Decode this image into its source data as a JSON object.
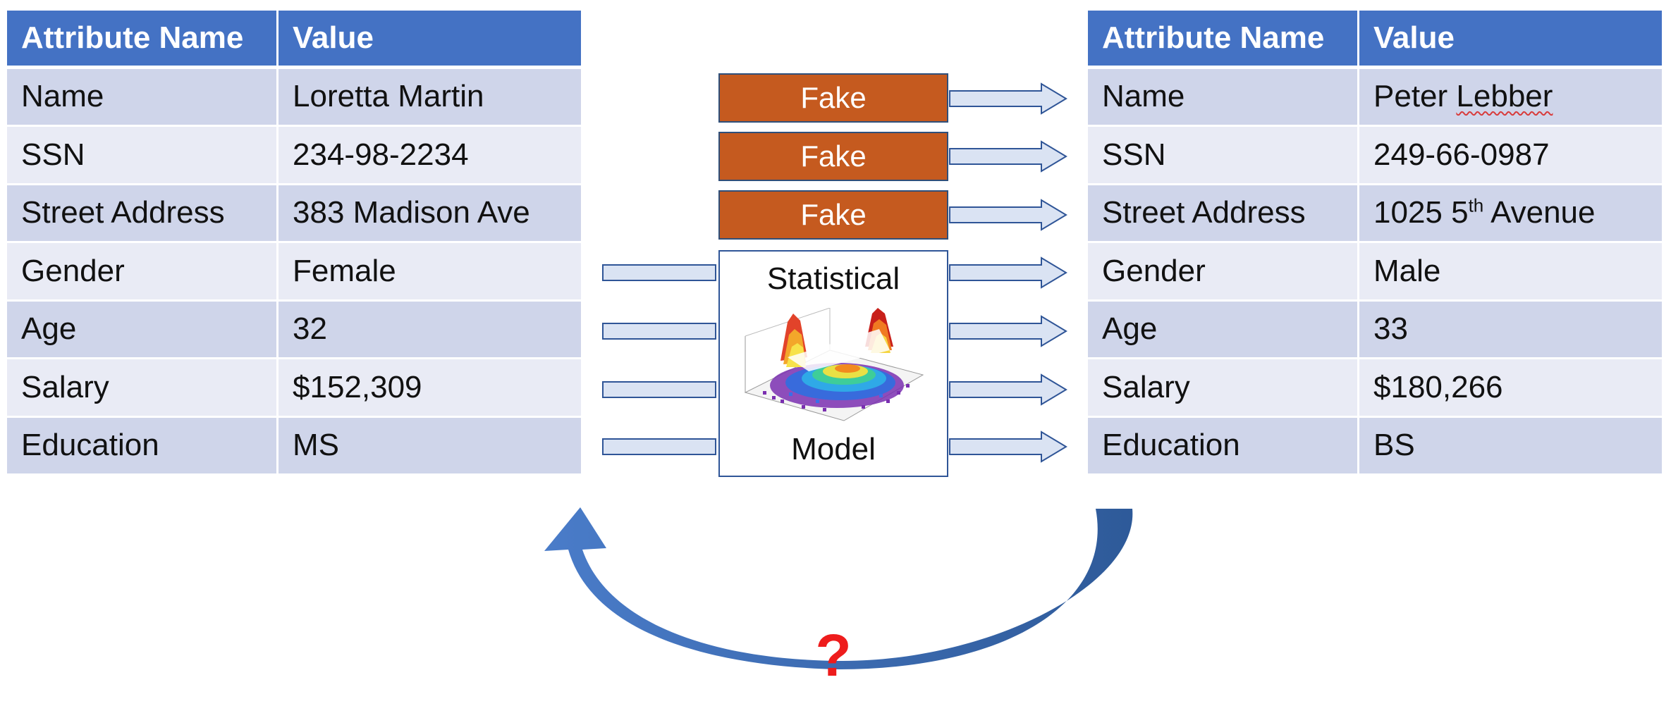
{
  "left_table": {
    "headers": [
      "Attribute Name",
      "Value"
    ],
    "rows": [
      {
        "attr": "Name",
        "value": "Loretta Martin"
      },
      {
        "attr": "SSN",
        "value": "234-98-2234"
      },
      {
        "attr": "Street Address",
        "value": "383 Madison Ave"
      },
      {
        "attr": "Gender",
        "value": "Female"
      },
      {
        "attr": "Age",
        "value": "32"
      },
      {
        "attr": "Salary",
        "value": "$152,309"
      },
      {
        "attr": "Education",
        "value": "MS"
      }
    ]
  },
  "right_table": {
    "headers": [
      "Attribute Name",
      "Value"
    ],
    "rows": [
      {
        "attr": "Name",
        "value": "Peter Lebber",
        "value_first": "Peter",
        "value_misspelled": "Lebber"
      },
      {
        "attr": "SSN",
        "value": "249-66-0987"
      },
      {
        "attr": "Street Address",
        "value": "1025 5th Avenue",
        "value_prefix": "1025 5",
        "value_sup": "th",
        "value_suffix": " Avenue"
      },
      {
        "attr": "Gender",
        "value": "Male"
      },
      {
        "attr": "Age",
        "value": "33"
      },
      {
        "attr": "Salary",
        "value": "$180,266"
      },
      {
        "attr": "Education",
        "value": "BS"
      }
    ]
  },
  "fake_boxes": [
    "Fake",
    "Fake",
    "Fake"
  ],
  "model": {
    "title": "Statistical",
    "subtitle": "Model",
    "icon": "3d-histogram-surface-icon"
  },
  "question_mark": "?",
  "colors": {
    "header_bg": "#4472c4",
    "row_odd": "#cfd5ea",
    "row_even": "#e9ebf5",
    "fake_bg": "#c55a1f",
    "arrow_fill": "#dae3f3",
    "arrow_stroke": "#2f5597",
    "curve_arrow": "#3a67ad",
    "question": "#ee1c1c"
  }
}
